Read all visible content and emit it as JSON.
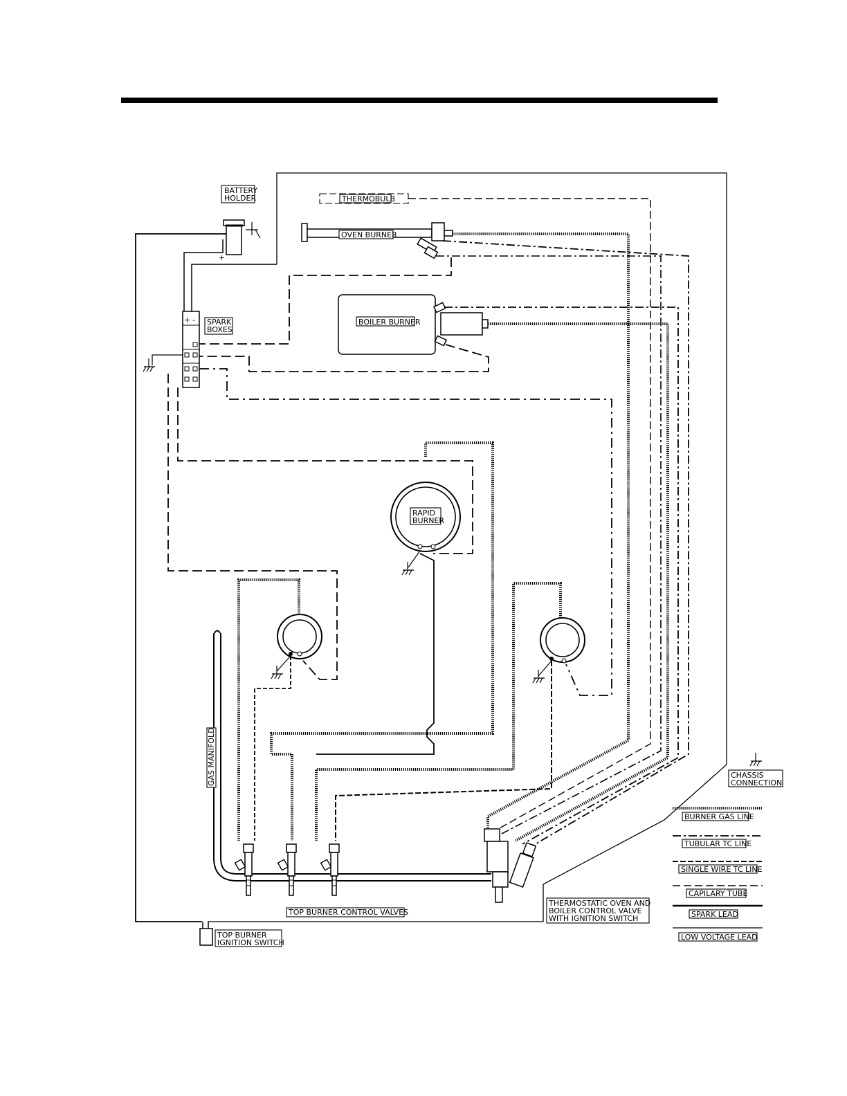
{
  "labels": {
    "battery_holder": [
      "BATTERY",
      "HOLDER"
    ],
    "thermobulb": "THERMOBULB",
    "oven_burner": "OVEN BURNER",
    "boiler_burner": "BOILER BURNER",
    "spark_boxes": [
      "SPARK",
      "BOXES"
    ],
    "rapid_burner": [
      "RAPID",
      "BURNER"
    ],
    "gas_manifold": "GAS MANIFOLD",
    "top_burner_control_valves": "TOP BURNER CONTROL VALVES",
    "top_burner_ignition_switch": [
      "TOP BURNER",
      "IGNITION SWITCH"
    ],
    "thermostatic_valve": [
      "THERMOSTATIC OVEN AND",
      "BOILER CONTROL VALVE",
      "WITH IGNITION SWITCH"
    ],
    "chassis_connection": [
      "CHASSIS",
      "CONNECTION"
    ],
    "battery_plus": "+",
    "spark_box_pm": "+ -"
  },
  "legend": [
    {
      "style": "burner-gas",
      "label": "BURNER GAS LINE"
    },
    {
      "style": "tubular-tc",
      "label": "TUBULAR TC LINE"
    },
    {
      "style": "single-wire-tc",
      "label": "SINGLE WIRE TC LINE"
    },
    {
      "style": "capillary",
      "label": "CAPILARY TUBE"
    },
    {
      "style": "spark-lead",
      "label": "SPARK LEAD"
    },
    {
      "style": "low-voltage",
      "label": "LOW VOLTAGE LEAD"
    }
  ]
}
